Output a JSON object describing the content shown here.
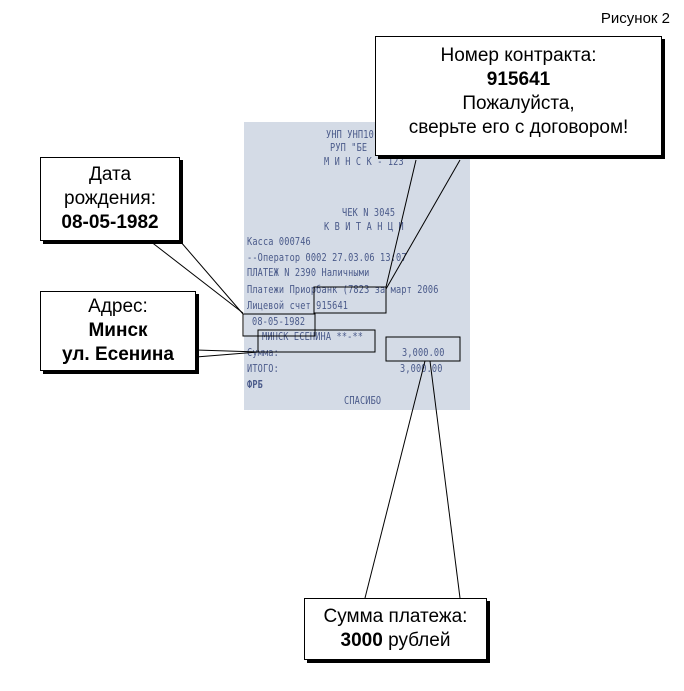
{
  "figure_label": "Рисунок 2",
  "receipt": {
    "lines": [
      "УНП УНП10",
      "РУП \"БЕ",
      "М И Н С К - 123",
      "ЧЕК N 3045",
      "К В И Т А Н Ц И",
      "Касса 000746",
      "--Оператор  0002   27.03.06  13:07",
      "ПЛАТЕЖ N 2390 Наличными",
      "Платежи Приорбанк (7823 за март 2006",
      "Лицевой счет 915641",
      "08-05-1982",
      "МИНСК ЕСЕНИНА **-**",
      "Сумма:",
      "3,000.00",
      "ИТОГО:",
      "3,000.00",
      "ФРБ",
      "СПАСИБО"
    ]
  },
  "callouts": {
    "contract": {
      "line1": "Номер контракта:",
      "number": "915641",
      "line3": "Пожалуйста,",
      "line4": "сверьте его с договором!"
    },
    "birth": {
      "line1": "Дата",
      "line2": "рождения:",
      "date": "08-05-1982"
    },
    "address": {
      "line1": "Адрес:",
      "city": "Минск",
      "street": "ул. Есенина"
    },
    "sum": {
      "line1": "Сумма платежа:",
      "amount": "3000",
      "currency": " рублей"
    }
  }
}
